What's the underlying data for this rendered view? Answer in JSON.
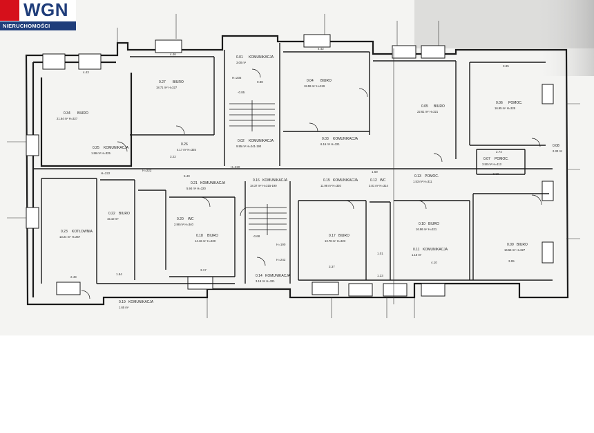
{
  "logo": {
    "brand": "WGN",
    "tagline": "NIERUCHOMOŚCI",
    "brand_color": "#1f3d7a",
    "accent_color": "#d6101b"
  },
  "rooms": [
    {
      "id": "0.34",
      "name": "BIURO",
      "area": "21.64 m² H=327"
    },
    {
      "id": "0.27",
      "name": "BIURO",
      "area": "18.71 m² H=327"
    },
    {
      "id": "0.01",
      "name": "KOMUNIKACJA",
      "area": "3.00 m²"
    },
    {
      "id": "0.04",
      "name": "BIURO",
      "area": "18.59 m² H=319"
    },
    {
      "id": "0.05",
      "name": "BIURO",
      "area": "22.61 m² H=321"
    },
    {
      "id": "0.06",
      "name": "POMOC.",
      "area": "16.95 m² H=325"
    },
    {
      "id": "0.25",
      "name": "KOMUNIKACJA",
      "area": "1.86 m² H=325"
    },
    {
      "id": "0.26",
      "name": "",
      "area": "4.17 m² H=325"
    },
    {
      "id": "0.02",
      "name": "KOMUNIKACJA",
      "area": "9.95 m² H=241-190"
    },
    {
      "id": "0.03",
      "name": "KOMUNIKACJA",
      "area": "6.16 m² H=321"
    },
    {
      "id": "0.07",
      "name": "POMOC.",
      "area": "3.50 m² H=413"
    },
    {
      "id": "0.08",
      "name": "",
      "area": "2.30 m²"
    },
    {
      "id": "0.23",
      "name": "KOTŁOWNIA",
      "area": "13.24 m² H=257"
    },
    {
      "id": "0.22",
      "name": "BIURO",
      "area": "15.10 m²"
    },
    {
      "id": "0.21",
      "name": "KOMUNIKACJA",
      "area": "5.94 m² H=320"
    },
    {
      "id": "0.20",
      "name": "WC",
      "area": "2.98 m² H=340"
    },
    {
      "id": "0.18",
      "name": "BIURO",
      "area": "14.16 m² H=320"
    },
    {
      "id": "0.16",
      "name": "KOMUNIKACJA",
      "area": "18.37 m² H=315-190"
    },
    {
      "id": "0.15",
      "name": "KOMUNIKACJA",
      "area": "11.98 m² H=320"
    },
    {
      "id": "0.12",
      "name": "WC",
      "area": "3.81 m² H=314"
    },
    {
      "id": "0.13",
      "name": "POMOC.",
      "area": "1.53 m² H=311"
    },
    {
      "id": "0.17",
      "name": "BIURO",
      "area": "13.78 m² H=323"
    },
    {
      "id": "0.10",
      "name": "BIURO",
      "area": "16.96 m² H=321"
    },
    {
      "id": "0.11",
      "name": "KOMUNIKACJA",
      "area": "1.16 m²"
    },
    {
      "id": "0.09",
      "name": "BIURO",
      "area": "16.55 m² H=327"
    },
    {
      "id": "0.19",
      "name": "KOMUNIKACJA",
      "area": "1.65 m²"
    },
    {
      "id": "0.14",
      "name": "KOMUNIKACJA",
      "area": "3.19 m² H=321"
    }
  ],
  "dimensions": [
    "4.43",
    "4.46",
    "4.42",
    "3.85",
    "3.22",
    "1.69",
    "2.74",
    "5.40",
    "2.49",
    "1.84",
    "3.17",
    "3.37",
    "4.10",
    "3.95",
    "1.23",
    "1.01",
    "0.88"
  ],
  "level_marks": [
    "H=236",
    "H=222",
    "H=222",
    "H=220",
    "H=242",
    "H=190",
    "-0.68",
    "-0.60",
    "-0.85"
  ]
}
